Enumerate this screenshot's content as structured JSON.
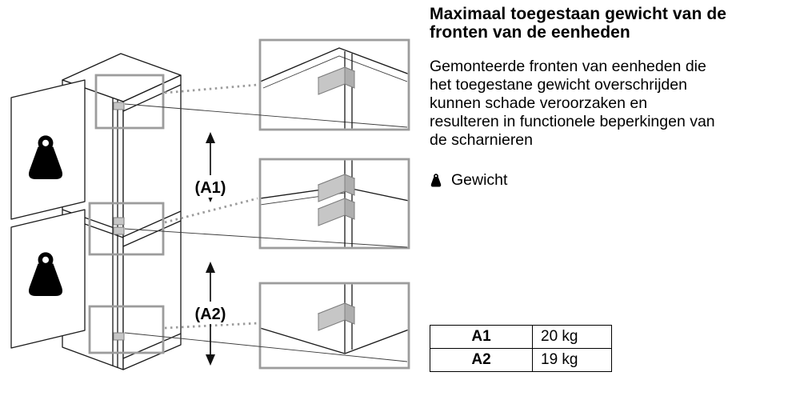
{
  "colors": {
    "callout-gray": "#9c9c9c",
    "hinge-gray": "#c6c6c6",
    "line-black": "#1a1a1a"
  },
  "title_lines": [
    "Maximaal toegestaan gewicht van de",
    "fronten van de eenheden"
  ],
  "body_lines": [
    "Gemonteerde fronten van eenheden die",
    "het toegestane gewicht overschrijden",
    "kunnen schade veroorzaken en",
    "resulteren in functionele beperkingen van",
    "de scharnieren"
  ],
  "legend": {
    "weight_label": "Gewicht",
    "weight_icon": "kettlebell-weight-icon"
  },
  "diagram": {
    "a1_label": "(A1)",
    "a2_label": "(A2)"
  },
  "table": {
    "rows": [
      {
        "label": "A1",
        "value": "20 kg"
      },
      {
        "label": "A2",
        "value": "19 kg"
      }
    ]
  }
}
